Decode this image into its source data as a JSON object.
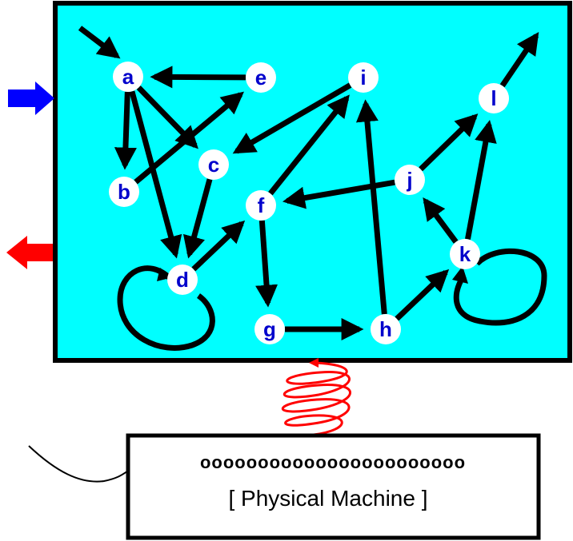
{
  "colors": {
    "graph_background": "#00ffff",
    "edge": "#000000",
    "node_fill": "#ffffff",
    "node_text": "#0000cc",
    "input_arrow": "#0000ff",
    "output_arrow": "#ff0000",
    "spring": "#ff0000"
  },
  "nodes": [
    {
      "id": "a",
      "label": "a"
    },
    {
      "id": "b",
      "label": "b"
    },
    {
      "id": "c",
      "label": "c"
    },
    {
      "id": "d",
      "label": "d"
    },
    {
      "id": "e",
      "label": "e"
    },
    {
      "id": "f",
      "label": "f"
    },
    {
      "id": "g",
      "label": "g"
    },
    {
      "id": "h",
      "label": "h"
    },
    {
      "id": "i",
      "label": "i"
    },
    {
      "id": "j",
      "label": "j"
    },
    {
      "id": "k",
      "label": "k"
    },
    {
      "id": "l",
      "label": "l"
    }
  ],
  "edges": [
    {
      "from": "a",
      "to": "b"
    },
    {
      "from": "a",
      "to": "c"
    },
    {
      "from": "a",
      "to": "d"
    },
    {
      "from": "e",
      "to": "a"
    },
    {
      "from": "b",
      "to": "e"
    },
    {
      "from": "c",
      "to": "d"
    },
    {
      "from": "i",
      "to": "c"
    },
    {
      "from": "d",
      "to": "f"
    },
    {
      "from": "f",
      "to": "i"
    },
    {
      "from": "f",
      "to": "g"
    },
    {
      "from": "g",
      "to": "h"
    },
    {
      "from": "h",
      "to": "i"
    },
    {
      "from": "h",
      "to": "k"
    },
    {
      "from": "j",
      "to": "f"
    },
    {
      "from": "j",
      "to": "l"
    },
    {
      "from": "k",
      "to": "j"
    },
    {
      "from": "k",
      "to": "l"
    }
  ],
  "self_loops": [
    "d",
    "k"
  ],
  "entry_node": "a",
  "exit_from": "l",
  "machine": {
    "dots": "ooooooooooooooooooooooo",
    "label": "[  Physical Machine  ]"
  }
}
